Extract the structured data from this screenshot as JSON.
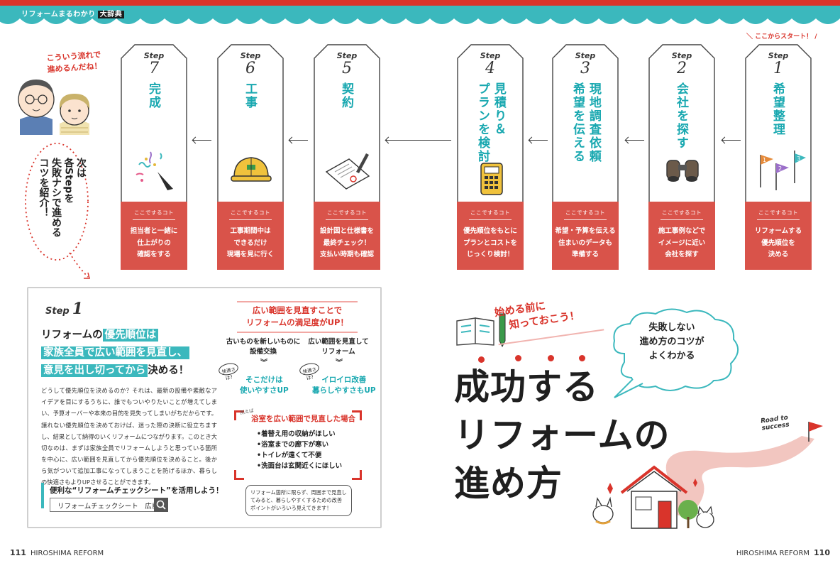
{
  "header": {
    "series_label": "リフォームまるわかり",
    "badge": "大辞典"
  },
  "colors": {
    "teal": "#3bb8bd",
    "red": "#d9342b",
    "card_red": "#d9534a"
  },
  "start_note": "＼ ここからスタート！ /",
  "characters_speech": {
    "line1": "こういう流れで",
    "line2": "進めるんだね！"
  },
  "dotted_bubble": {
    "line1": "次は",
    "line2": "各Stepを",
    "line3": "失敗ナシで進める",
    "line4": "コツを紹介！"
  },
  "steps": [
    {
      "label": "Step",
      "num": "7",
      "title": "完成",
      "koto": "ここでするコト",
      "desc": [
        "担当者と一緒に",
        "仕上がりの",
        "確認をする"
      ],
      "icon": "confetti-icon"
    },
    {
      "label": "Step",
      "num": "6",
      "title": "工事",
      "koto": "ここでするコト",
      "desc": [
        "工事期間中は",
        "できるだけ",
        "現場を見に行く"
      ],
      "icon": "hardhat-icon"
    },
    {
      "label": "Step",
      "num": "5",
      "title": "契約",
      "koto": "ここでするコト",
      "desc": [
        "設計図と仕様書を",
        "最終チェック！",
        "支払い時期も確認"
      ],
      "icon": "contract-icon"
    },
    {
      "label": "Step",
      "num": "4",
      "title_line1": "見積り＆",
      "title_line2": "プランを検討",
      "koto": "ここでするコト",
      "desc": [
        "優先順位をもとに",
        "プランとコストを",
        "じっくり検討！"
      ],
      "icon": "calculator-icon"
    },
    {
      "label": "Step",
      "num": "3",
      "title_line1": "現地調査依頼",
      "title_line2": "希望を伝える",
      "koto": "ここでするコト",
      "desc": [
        "希望・予算を伝える",
        "住まいのデータも",
        "準備する"
      ],
      "icon": "none"
    },
    {
      "label": "Step",
      "num": "2",
      "title": "会社を探す",
      "koto": "ここでするコト",
      "desc": [
        "施工事例などで",
        "イメージに近い",
        "会社を探す"
      ],
      "icon": "binoculars-icon"
    },
    {
      "label": "Step",
      "num": "1",
      "title": "希望整理",
      "koto": "ここでするコト",
      "desc": [
        "リフォームする",
        "優先順位を",
        "決める"
      ],
      "icon": "flags-icon"
    }
  ],
  "step1_detail": {
    "label": "Step",
    "num": "1",
    "headline_1a": "リフォームの",
    "headline_1b": "優先順位は",
    "headline_2": "家族全員で広い範囲を見直し、",
    "headline_3a": "意見を出し切ってから",
    "headline_3b": "決める！",
    "body": "どうして優先順位を決めるのか？それは、最新の設備や素敵なアイデアを目にするうちに、誰でもついやりたいことが増えてしまい、予算オーバーや本来の目的を見失ってしまいがちだからです。譲れない優先順位を決めておけば、迷った際の決断に役立ちますし、結果として納得のいくリフォームにつながります。このとき大切なのは、まずは家族全員でリフォームしようと思っている箇所を中心に、広い範囲を見直してから優先順位を決めること。後から気がついて追加工事になってしまうことを防げるほか、暮らしの快適さもよりUPさせることができます。",
    "tip_label": "便利な“リフォームチェックシート”を活用しよう！",
    "search_text": "リフォームチェックシート　広島"
  },
  "compare": {
    "title_line1": "広い範囲を見直すことで",
    "title_line2": "リフォームの満足度がUP！",
    "left_head": [
      "古いものを新しいものに",
      "設備交換"
    ],
    "right_head": [
      "広い範囲を見直して",
      "リフォーム"
    ],
    "oval_label": "快適さは？",
    "left_result": [
      "そこだけは",
      "使いやすさUP"
    ],
    "right_result": [
      "イロイロ改善",
      "暮らしやすさもUP"
    ]
  },
  "bath_example": {
    "tag": "例えば",
    "title": "浴室を広い範囲で見直した場合",
    "items": [
      "•着替え用の収納がほしい",
      "•浴室までの廊下が寒い",
      "•トイレが遠くて不便",
      "•洗面台は玄関近くにほしい"
    ],
    "note": "リフォーム箇所に限らず、周囲まで見直してみると、暮らしやすくするための改善ポイントがいろいろ見えてきます！"
  },
  "intro": {
    "line1": "始める前に",
    "line2": "知っておこう！"
  },
  "cloud": {
    "line1": "失敗しない",
    "line2": "進め方のコツが",
    "line3": "よくわかる"
  },
  "big_title": {
    "line1": "成功する",
    "line2": "リフォームの",
    "line3": "進め方"
  },
  "road": {
    "line1": "Road to",
    "line2": "success"
  },
  "footer": {
    "left_page": "111",
    "left_name": "HIROSHIMA REFORM",
    "right_name": "HIROSHIMA REFORM",
    "right_page": "110"
  }
}
